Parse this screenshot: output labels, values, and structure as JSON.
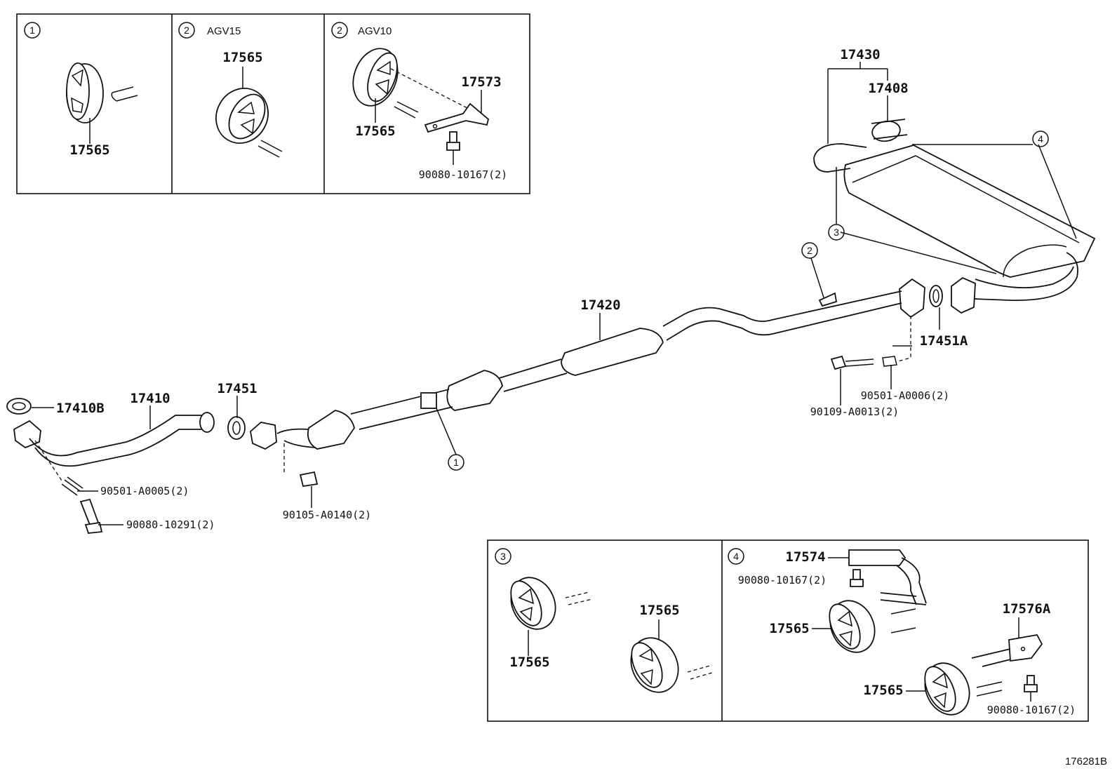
{
  "diagram_id": "176281B",
  "insets": {
    "inset_1": {
      "callout": "1",
      "parts": [
        "17565"
      ]
    },
    "inset_2a": {
      "callout": "2",
      "variant": "AGV15",
      "parts": [
        "17565"
      ]
    },
    "inset_2b": {
      "callout": "2",
      "variant": "AGV10",
      "parts": [
        "17573",
        "17565",
        "90080-10167(2)"
      ]
    },
    "inset_3": {
      "callout": "3",
      "parts": [
        "17565",
        "17565"
      ]
    },
    "inset_4": {
      "callout": "4",
      "parts": [
        "17574",
        "90080-10167(2)",
        "17565",
        "17576A",
        "17565",
        "90080-10167(2)"
      ]
    }
  },
  "main": {
    "parts": {
      "p17430": "17430",
      "p17408": "17408",
      "p17420": "17420",
      "p17451A": "17451A",
      "p90501_A0006": "90501-A0006(2)",
      "p90109_A0013": "90109-A0013(2)",
      "p17410B": "17410B",
      "p17410": "17410",
      "p17451": "17451",
      "p90501_A0005": "90501-A0005(2)",
      "p90080_10291": "90080-10291(2)",
      "p90105_A0140": "90105-A0140(2)"
    },
    "callouts": {
      "c1": "1",
      "c2": "2",
      "c3": "3",
      "c4": "4"
    }
  }
}
